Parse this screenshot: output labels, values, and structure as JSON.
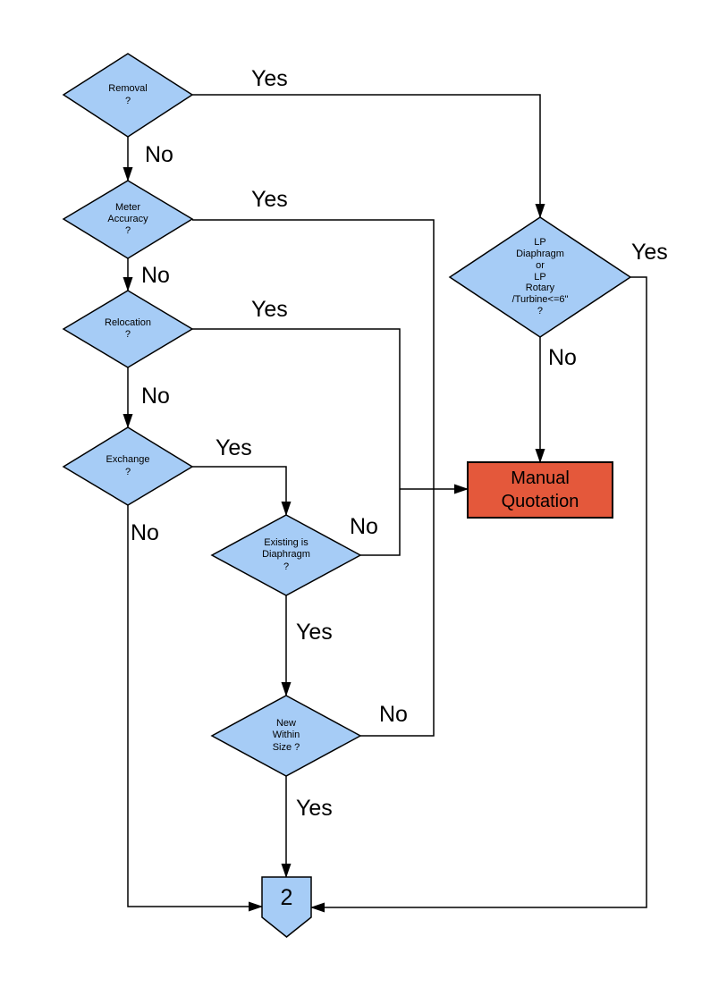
{
  "page": {
    "background": "#FFFFFF"
  },
  "colors": {
    "decision_fill": "#A6CCF6",
    "connector_fill": "#A6CCF6",
    "terminal_fill": "#E4583B",
    "border": "#000000",
    "line": "#000000",
    "text": "#000000"
  },
  "nodes": {
    "removal": "Removal\n?",
    "meter_accuracy": "Meter\nAccuracy\n?",
    "relocation": "Relocation\n?",
    "exchange": "Exchange\n?",
    "existing_is_diaphragm": "Existing is\nDiaphragm\n?",
    "new_within_size": "New\nWithin\nSize ?",
    "lp_type": "LP\nDiaphragm\nor\nLP\nRotary\n/Turbine<=6\"\n?",
    "manual_quotation": "Manual\nQuotation",
    "offpage_connector": "2"
  },
  "edge_labels": {
    "removal_yes": "Yes",
    "removal_no": "No",
    "meter_accuracy_yes": "Yes",
    "meter_accuracy_no": "No",
    "relocation_yes": "Yes",
    "relocation_no": "No",
    "exchange_yes": "Yes",
    "exchange_no": "No",
    "existing_no": "No",
    "existing_yes": "Yes",
    "new_within_size_no": "No",
    "new_within_size_yes": "Yes",
    "lp_yes": "Yes",
    "lp_no": "No"
  }
}
